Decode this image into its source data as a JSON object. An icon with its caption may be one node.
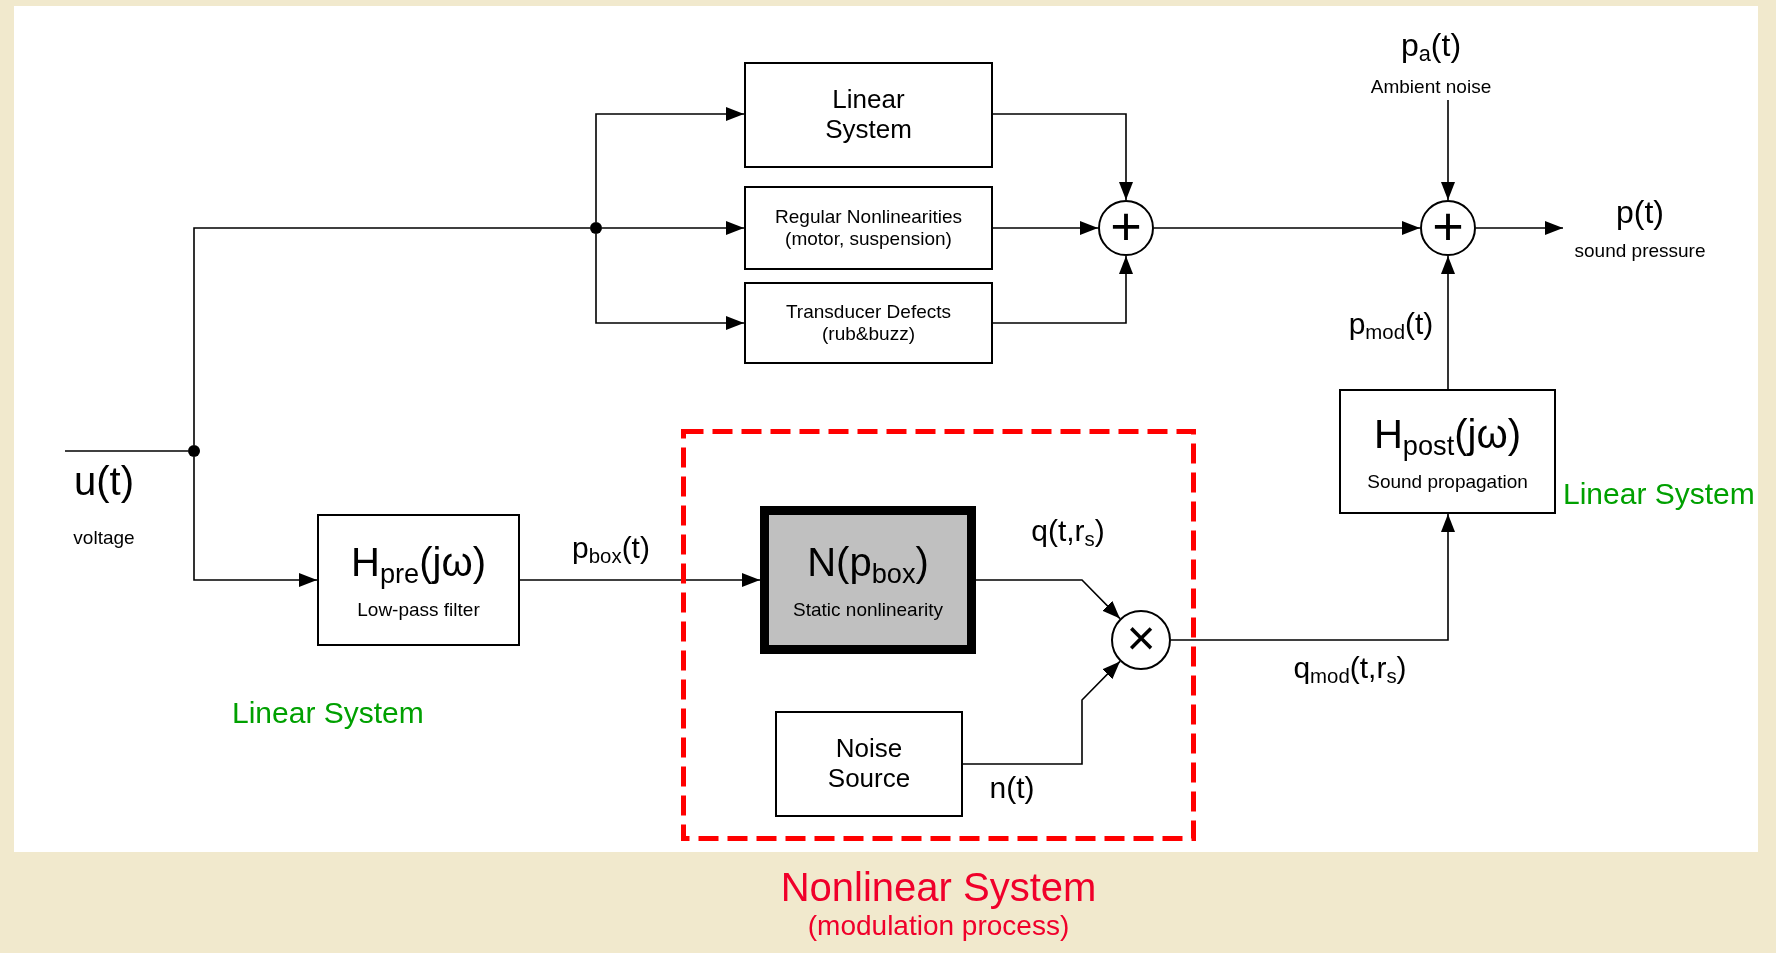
{
  "diagram": {
    "nodes": [
      {
        "text": [],
        "shape": "dot"
      },
      {
        "text": [],
        "shape": "dot"
      },
      {
        "text": [
          "Linear System"
        ]
      },
      {
        "text": [
          "Regular Nonlinearities (motor, suspension)"
        ]
      },
      {
        "text": [
          "Transducer Defects (rub&buzz)"
        ]
      },
      {
        "text": [
          "+"
        ]
      },
      {
        "text": [
          "p$_{a}$(t)",
          "Ambient noise"
        ]
      },
      {
        "text": [
          "+"
        ]
      },
      {
        "text": [
          "p(t)",
          "sound pressure"
        ]
      },
      {
        "text": [
          "H$_{post}$(jω)",
          "Sound propagation"
        ],
        "beside": [
          "Linear System"
        ]
      },
      {
        "text": [
          "H$_{pre}$(jω)",
          "Low-pass filter"
        ],
        "beside": [
          "Linear System"
        ]
      },
      {
        "text": [
          "Nonlinear System",
          "(modulation process)"
        ]
      },
      {
        "text": [
          "N(p$_{box}$)",
          "Static nonlinearity"
        ],
        "in": 11
      },
      {
        "text": [
          "×"
        ],
        "in": 11
      },
      {
        "text": [
          "Noise Source"
        ],
        "in": 11
      }
    ],
    "edges": [
      {
        "from": null,
        "to": 0,
        "arrow": "none"
      },
      {
        "from": 0,
        "to": 1,
        "arrow": "none"
      },
      {
        "from": 0,
        "to": 10,
        "arrow": "to"
      },
      {
        "from": 1,
        "to": 2,
        "arrow": "to"
      },
      {
        "from": 1,
        "to": 3,
        "arrow": "to"
      },
      {
        "from": 1,
        "to": 4,
        "arrow": "to"
      },
      {
        "from": 2,
        "to": 5,
        "arrow": "to"
      },
      {
        "from": 3,
        "to": 5,
        "arrow": "to"
      },
      {
        "from": 4,
        "to": 5,
        "arrow": "to"
      },
      {
        "from": 5,
        "to": 7,
        "arrow": "to"
      },
      {
        "from": 6,
        "to": 7,
        "arrow": "to"
      },
      {
        "from": 7,
        "to": 8,
        "arrow": "to"
      },
      {
        "from": 10,
        "to": 12,
        "arrow": "to",
        "label": "p$_{box}$(t)"
      },
      {
        "from": 12,
        "to": 13,
        "arrow": "to",
        "label": "q(t,r$_{s}$)"
      },
      {
        "from": 14,
        "to": 13,
        "arrow": "to",
        "label": "n(t)"
      },
      {
        "from": 13,
        "to": 9,
        "arrow": "to",
        "label": "q$_{mod}$(t,r$_{s}$)"
      },
      {
        "from": 9,
        "to": 7,
        "arrow": "to",
        "label": "p$_{mod}$(t)"
      }
    ],
    "labels": [
      "u(t)",
      "voltage"
    ]
  }
}
